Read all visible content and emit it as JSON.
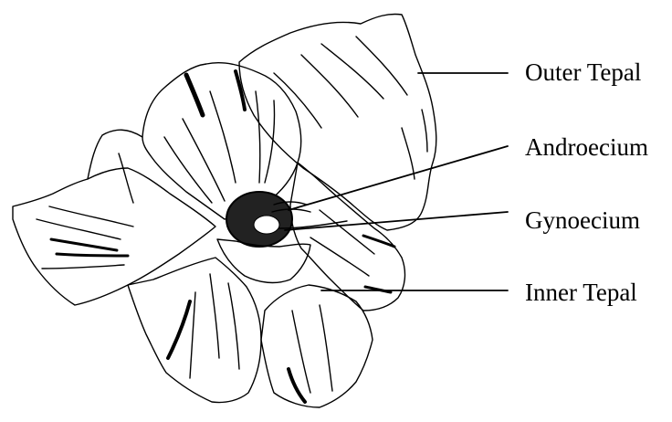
{
  "diagram": {
    "labels": {
      "outer_tepal": "Outer Tepal",
      "androecium": "Androecium",
      "gynoecium": "Gynoecium",
      "inner_tepal": "Inner Tepal"
    },
    "colors": {
      "ink": "#000000",
      "paper": "#ffffff"
    }
  }
}
